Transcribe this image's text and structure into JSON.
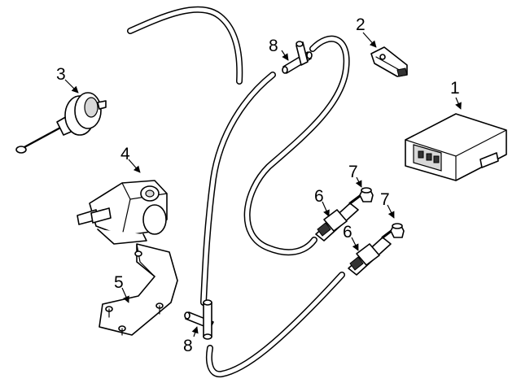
{
  "callouts": {
    "c1": "1",
    "c2": "2",
    "c3": "3",
    "c4": "4",
    "c5": "5",
    "c6a": "6",
    "c6b": "6",
    "c7a": "7",
    "c7b": "7",
    "c8a": "8",
    "c8b": "8"
  }
}
